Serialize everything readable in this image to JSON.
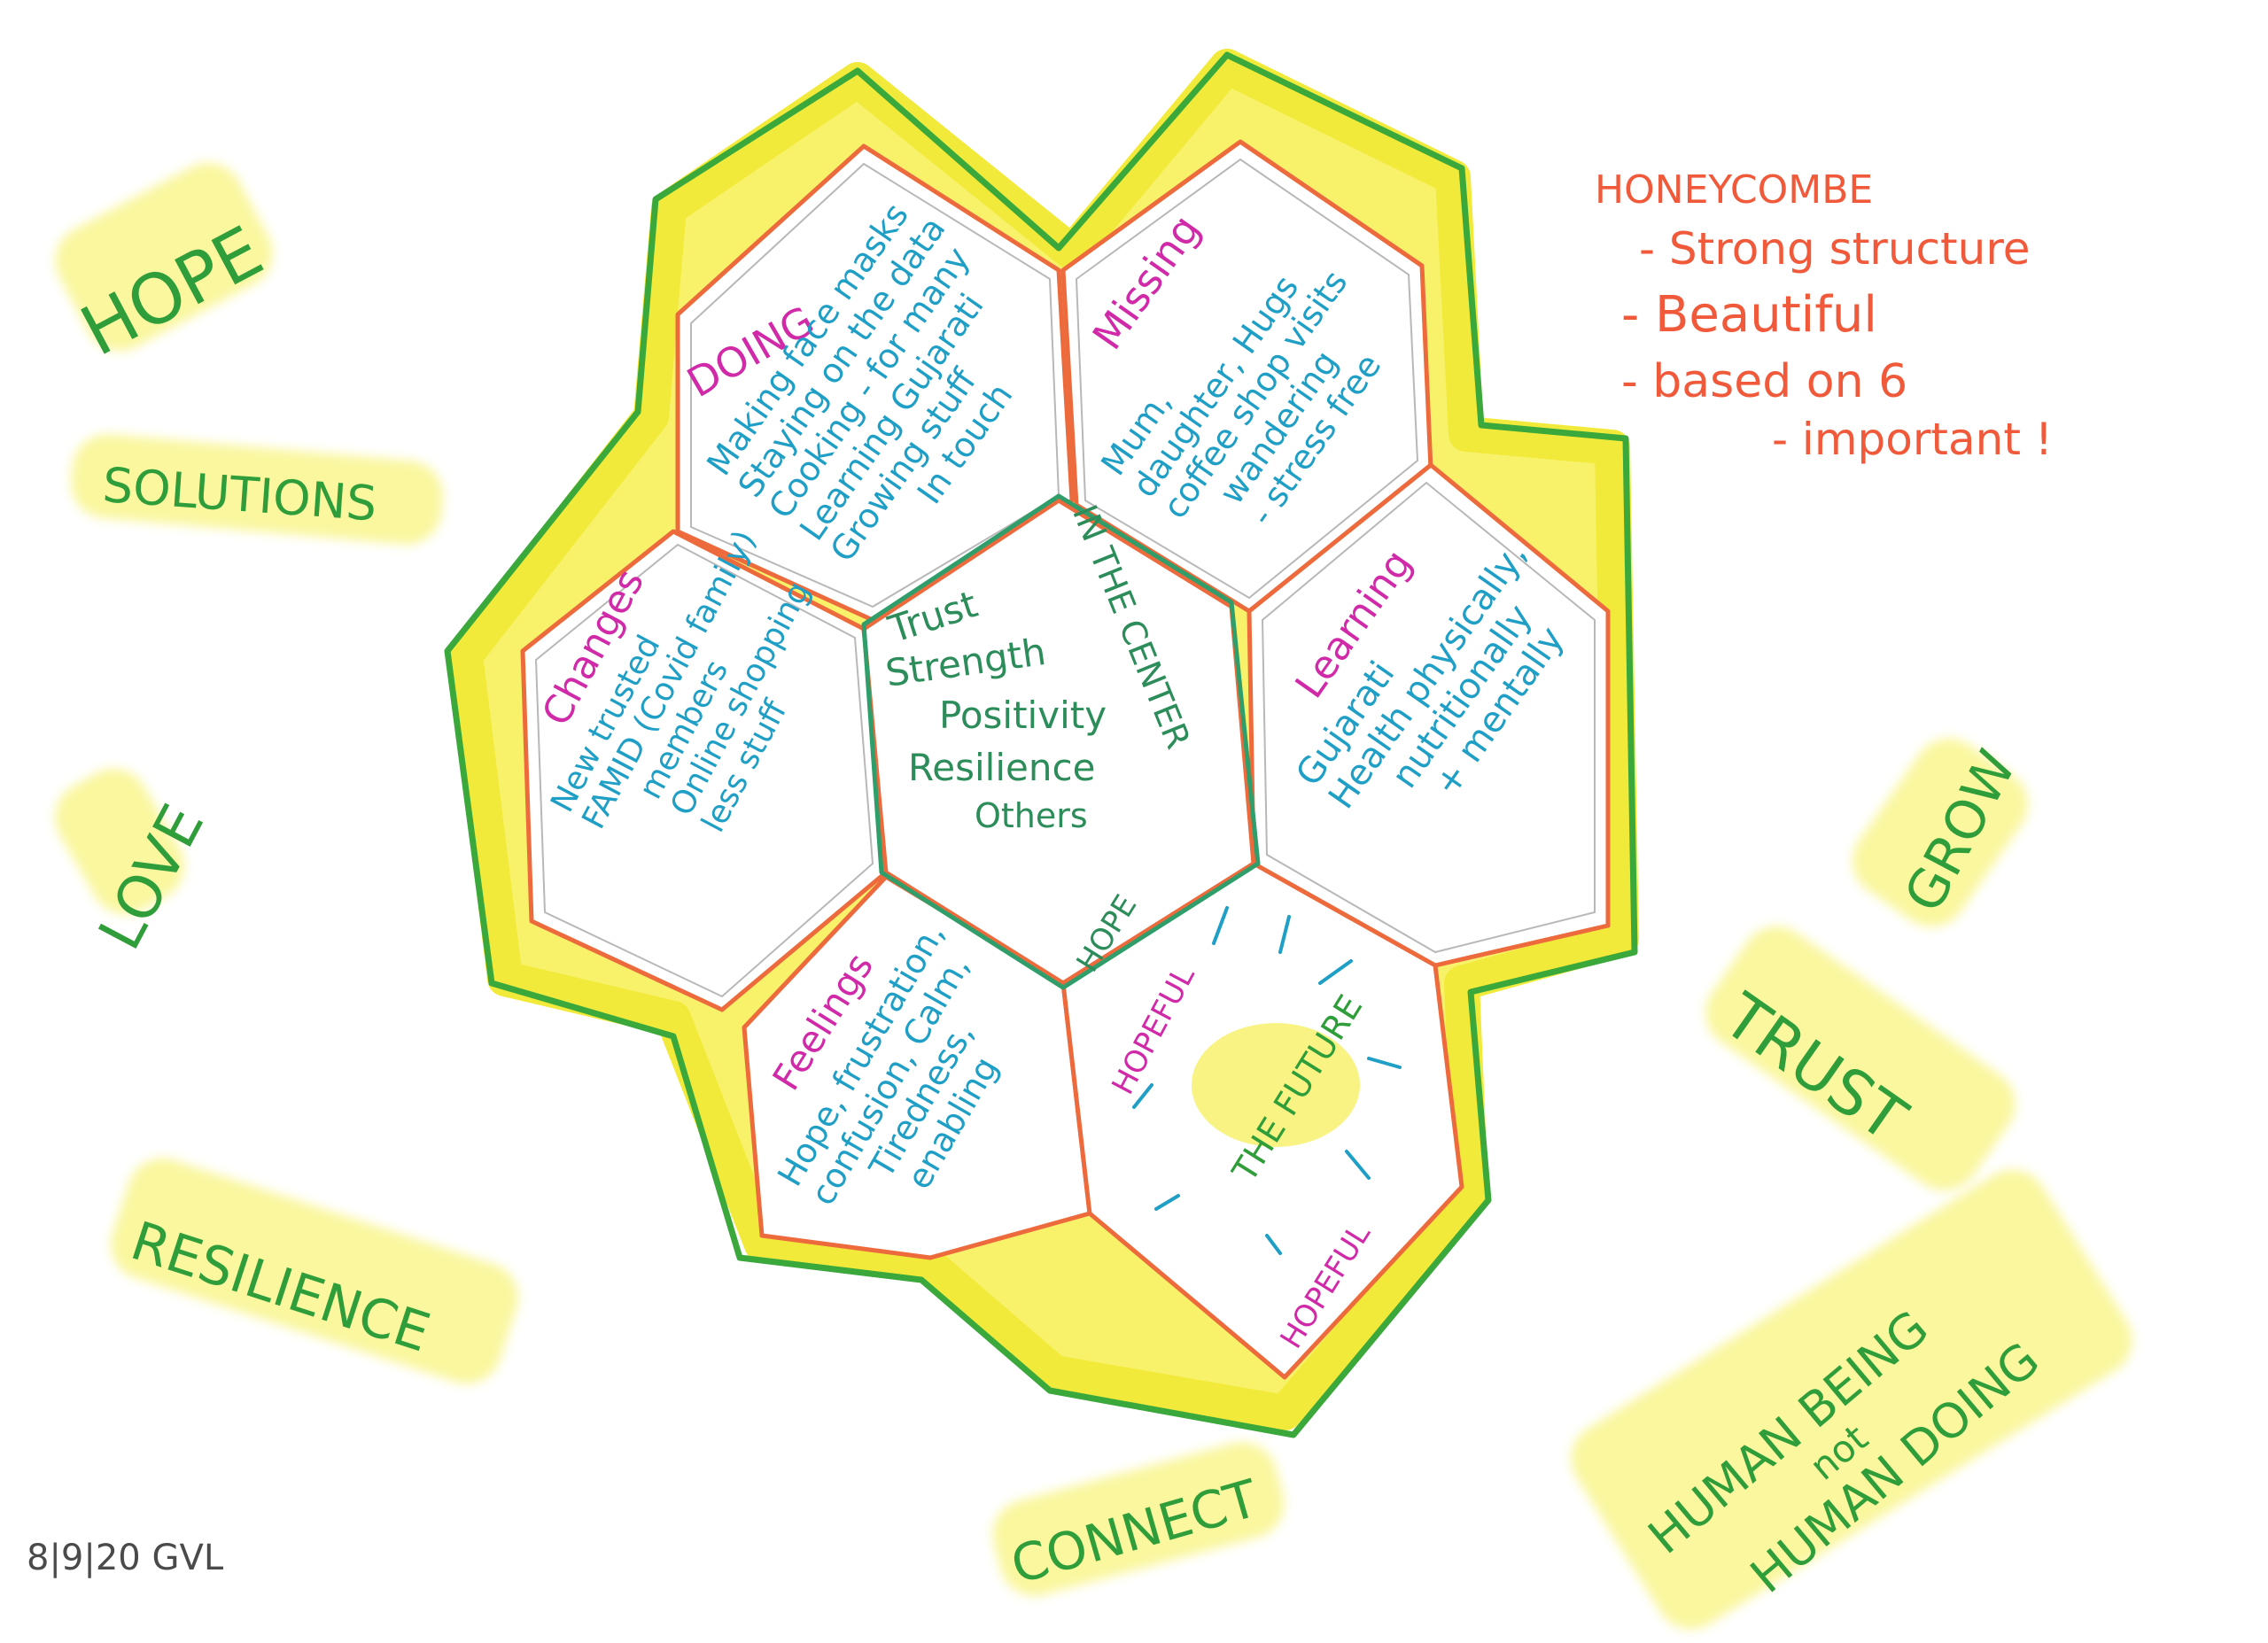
{
  "colors": {
    "outline": "#3aa83a",
    "inner_border": "#f06a40",
    "fill": "#f6ef5a",
    "title": "#f05a3a",
    "cell_text": "#1f9fc6",
    "cell_heading": "#d12aa8",
    "center_text": "#2c8c5a",
    "outer_words": "#2f9e3a"
  },
  "outer_words": {
    "hope": "HOPE",
    "solutions": "SOLUTIONS",
    "love": "LOVE",
    "resilience": "RESILIENCE",
    "connect": "CONNECT",
    "grow": "GROW",
    "trust": "TRUST",
    "human1": "HUMAN BEING",
    "human2": "not",
    "human3": "HUMAN DOING"
  },
  "notes": {
    "title": "HONEYCOMBE",
    "line1": "- Strong structure",
    "line2": "- Beautiful",
    "line3": "- based on 6",
    "line4": "- important !"
  },
  "cells": {
    "doing": {
      "heading": "DOING",
      "lines": [
        "Making face masks",
        "Staying on the data",
        "Cooking - for many",
        "Learning Gujarati",
        "Growing stuff",
        "In touch"
      ]
    },
    "missing": {
      "heading": "Missing",
      "lines": [
        "Mum,",
        "daughter, Hugs",
        "coffee shop visits",
        "wandering",
        "- stress free"
      ]
    },
    "changes": {
      "heading": "Changes",
      "lines": [
        "New trusted",
        "FAMID (Covid family)",
        "members",
        "Online shopping",
        "less stuff"
      ]
    },
    "center": {
      "vertical": "IN THE CENTER",
      "lines": [
        "Trust",
        "Strength",
        "Positivity",
        "Resilience",
        "Others"
      ],
      "hope": "HOPE"
    },
    "learning": {
      "heading": "Learning",
      "lines": [
        "Gujarati",
        "Health physically,",
        "nutritionally",
        "+ mentally"
      ]
    },
    "feelings": {
      "heading": "Feelings",
      "lines": [
        "Hope, frustration,",
        "confusion, Calm,",
        "Tiredness,",
        "enabling"
      ]
    },
    "future": {
      "hopeful1": "HOPEFUL",
      "main": "THE FUTURE",
      "hopeful2": "HOPEFUL"
    }
  },
  "signature": "8|9|20 GVL"
}
